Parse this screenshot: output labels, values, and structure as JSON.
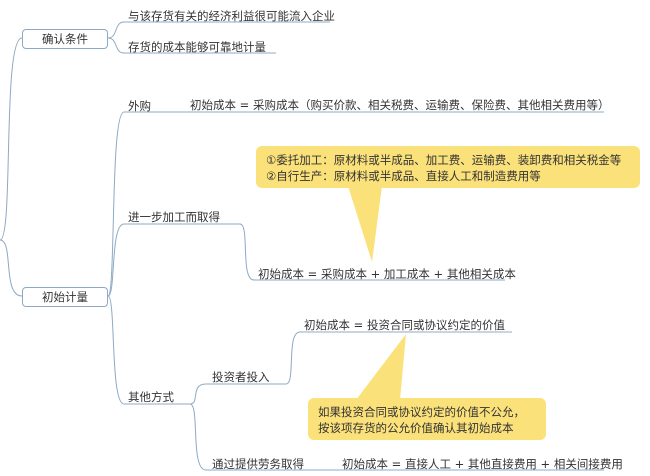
{
  "nodes": {
    "confirm": "确认条件",
    "confirm_a": "与该存货有关的经济利益很可能流入企业",
    "confirm_b": "存货的成本能够可靠地计量",
    "initial": "初始计量",
    "purchase": "外购",
    "purchase_formula": "初始成本 = 采购成本（购买价款、相关税费、运输费、保险费、其他相关费用等）",
    "process": "进一步加工而取得",
    "process_note_1": "①委托加工：原材料或半成品、加工费、运输费、装卸费和相关税金等",
    "process_note_2": "②自行生产：原材料或半成品、直接人工和制造费用等",
    "process_formula": "初始成本 = 采购成本 + 加工成本 + 其他相关成本",
    "other": "其他方式",
    "investor": "投资者投入",
    "investor_formula": "初始成本 = 投资合同或协议约定的价值",
    "investor_note_1": "如果投资合同或协议约定的价值不公允，",
    "investor_note_2": "按该项存货的公允价值确认其初始成本",
    "service": "通过提供劳务取得",
    "service_formula": "初始成本 = 直接人工 + 其他直接费用 + 相关间接费用"
  },
  "colors": {
    "line": "#8fa9c4",
    "box_border": "#8fa9c4",
    "note_fill": "#fbe17a",
    "text": "#333333"
  }
}
